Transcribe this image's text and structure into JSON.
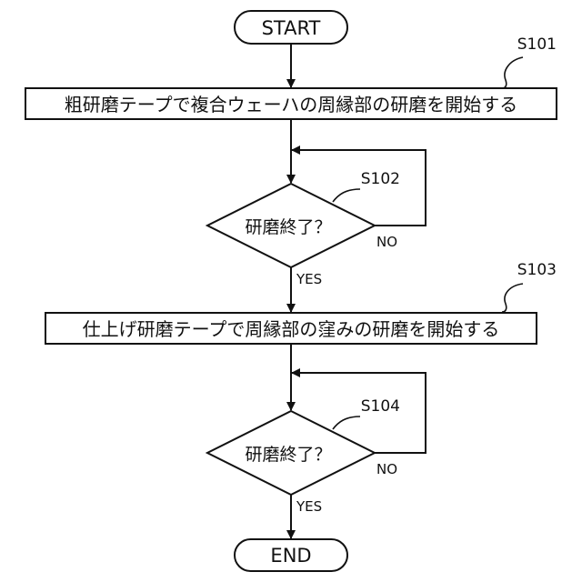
{
  "diagram": {
    "start_label": "START",
    "end_label": "END",
    "steps": [
      {
        "id": "S101",
        "kind": "process",
        "text": "粗研磨テープで複合ウェーハの周縁部の研磨を開始する"
      },
      {
        "id": "S102",
        "kind": "decision",
        "text": "研磨終了？",
        "yes_label": "YES",
        "no_label": "NO"
      },
      {
        "id": "S103",
        "kind": "process",
        "text": "仕上げ研磨テープで周縁部の窪みの研磨を開始する"
      },
      {
        "id": "S104",
        "kind": "decision",
        "text": "研磨終了？",
        "yes_label": "YES",
        "no_label": "NO"
      }
    ]
  }
}
